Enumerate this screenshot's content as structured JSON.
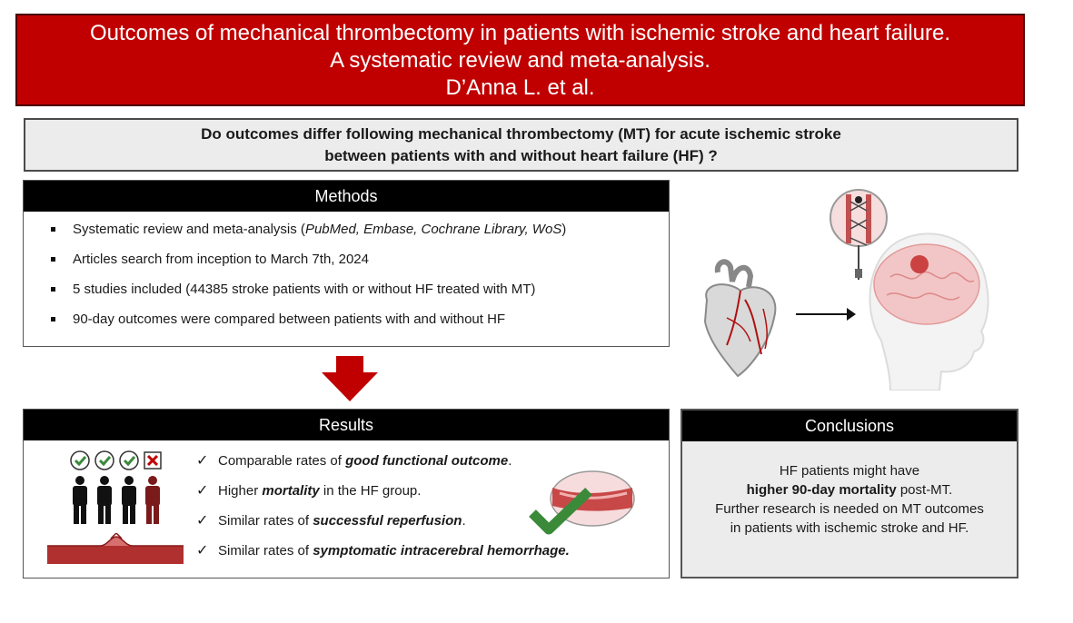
{
  "title": {
    "line1": "Outcomes of mechanical thrombectomy in patients with ischemic stroke and heart failure.",
    "line2": "A systematic review and meta-analysis.",
    "line3": "D’Anna L. et al."
  },
  "question": {
    "line1": "Do outcomes differ following mechanical thrombectomy (MT) for acute ischemic stroke",
    "line2": "between patients with and without heart failure (HF) ?"
  },
  "methods": {
    "heading": "Methods",
    "item1_prefix": "Systematic review and meta-analysis (",
    "item1_italic": "PubMed, Embase, Cochrane Library, WoS",
    "item1_suffix": ")",
    "item2": "Articles search from inception to March 7th, 2024",
    "item3": "5 studies included (44385 stroke patients with or without HF treated with MT)",
    "item4": "90-day outcomes were compared between patients with and without HF"
  },
  "results": {
    "heading": "Results",
    "tick": "✓",
    "r1_prefix": "Comparable rates of ",
    "r1_bold": "good functional outcome",
    "r1_suffix": ".",
    "r2_prefix": "Higher ",
    "r2_bold": "mortality",
    "r2_suffix": " in the HF group.",
    "r3_prefix": "Similar rates of ",
    "r3_bold": "successful reperfusion",
    "r3_suffix": ".",
    "r4_prefix": "Similar rates of ",
    "r4_bold": "symptomatic intracerebral hemorrhage."
  },
  "conclusions": {
    "heading": "Conclusions",
    "line1": "HF patients might have",
    "line2_bold": "higher 90-day mortality",
    "line2_suffix": " post-MT.",
    "line3": "Further research is needed on MT outcomes",
    "line4": "in patients with ischemic stroke and HF."
  },
  "colors": {
    "title_bg": "#c00000",
    "arrow": "#c00000",
    "check_green": "#3a8a3a",
    "hf_patient": "#7a1a1a"
  },
  "icons": [
    "heart-illustration",
    "brain-head-illustration",
    "thrombectomy-stent-icon",
    "right-arrow-icon",
    "down-arrow-icon",
    "patient-group-icon",
    "vessel-plaque-icon",
    "green-check-icon"
  ]
}
